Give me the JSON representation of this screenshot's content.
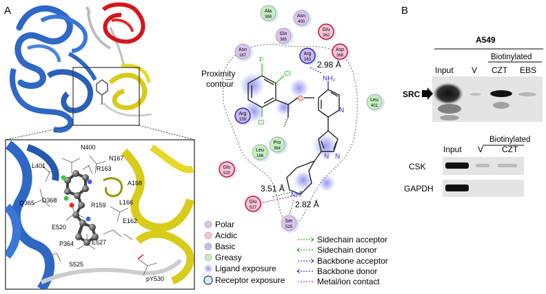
{
  "panels": {
    "a": "A",
    "b": "B"
  },
  "structure": {
    "residues": [
      "N400",
      "N167",
      "L401",
      "R163",
      "A168",
      "Q365",
      "D368",
      "R159",
      "L166",
      "E520",
      "E162",
      "P364",
      "E527",
      "S525",
      "pY530"
    ]
  },
  "diagram": {
    "proximity_label_1": "Proximity",
    "proximity_label_2": "contour",
    "atoms": {
      "f": "F",
      "cl1": "Cl",
      "cl2": "Cl",
      "o": "O",
      "nh2": "NH₂",
      "n_pyr": "N",
      "n1": "N",
      "n2": "N",
      "nh": "NH",
      "nh_plus": "+"
    },
    "residues": [
      {
        "name": "Ala",
        "num": "368",
        "type": "greasy"
      },
      {
        "name": "Asn",
        "num": "400",
        "type": "polar"
      },
      {
        "name": "Gln",
        "num": "365",
        "type": "polar"
      },
      {
        "name": "Glu",
        "num": "362",
        "type": "acidic"
      },
      {
        "name": "Asn",
        "num": "167",
        "type": "polar"
      },
      {
        "name": "Arg",
        "num": "163",
        "type": "basic"
      },
      {
        "name": "Asp",
        "num": "368",
        "type": "acidic"
      },
      {
        "name": "Leu",
        "num": "401",
        "type": "greasy"
      },
      {
        "name": "Arg",
        "num": "159",
        "type": "basic"
      },
      {
        "name": "Pro",
        "num": "364",
        "type": "greasy"
      },
      {
        "name": "Leu",
        "num": "166",
        "type": "greasy"
      },
      {
        "name": "Glu",
        "num": "520",
        "type": "acidic"
      },
      {
        "name": "Glu",
        "num": "527",
        "type": "acidic"
      },
      {
        "name": "Ser",
        "num": "525",
        "type": "polar"
      }
    ],
    "distances": {
      "d1": "2.98 Å",
      "d2": "3.51 Å",
      "d3": "2.82 Å"
    },
    "legend_left": [
      "Polar",
      "Acidic",
      "Basic",
      "Greasy",
      "Ligand exposure",
      "Receptor exposure"
    ],
    "legend_right": [
      "Sidechain acceptor",
      "Sidechain donor",
      "Backbone acceptor",
      "Backbone donor",
      "Metal/ion contact"
    ]
  },
  "blot": {
    "cell_line": "A549",
    "biotinylated_1": "Biotinylated",
    "biotinylated_2": "Biotinylated",
    "lanes_top": [
      "Input",
      "V",
      "CZT",
      "EBS"
    ],
    "lanes_bottom": [
      "Input",
      "V",
      "CZT"
    ],
    "labels": {
      "src": "SRC",
      "csk": "CSK",
      "gapdh": "GAPDH"
    }
  },
  "colors": {
    "polar": "#dcc2ec",
    "acidic": "#f7c3d6",
    "basic": "#c9b8f0",
    "greasy": "#c4eec0",
    "acidic_ring": "#c8102e",
    "basic_ring": "#2a2a9e",
    "helix_blue": "#2f67c4",
    "helix_yellow": "#d8cb1a",
    "helix_red": "#d4171d"
  }
}
